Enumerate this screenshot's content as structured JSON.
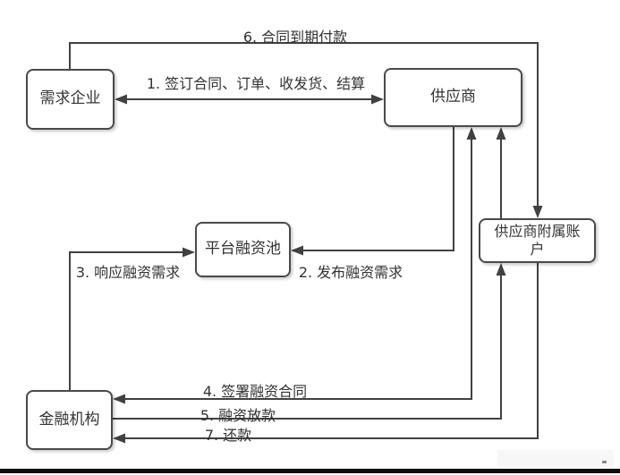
{
  "diagram": {
    "title_hint": "supply-chain-finance-flow",
    "nodes": [
      {
        "id": "demand",
        "label": "需求企业"
      },
      {
        "id": "supplier",
        "label": "供应商"
      },
      {
        "id": "pool",
        "label": "平台融资池"
      },
      {
        "id": "account",
        "label": "供应商附属账户"
      },
      {
        "id": "bank",
        "label": "金融机构"
      }
    ],
    "edges": [
      {
        "number": "1",
        "label": "1. 签订合同、订单、收发货、结算",
        "from": "需求企业",
        "to": "供应商",
        "direction": "both"
      },
      {
        "number": "2",
        "label": "2. 发布融资需求",
        "from": "供应商",
        "to": "平台融资池",
        "direction": "one-way"
      },
      {
        "number": "3",
        "label": "3. 响应融资需求",
        "from": "金融机构",
        "to": "平台融资池",
        "direction": "one-way"
      },
      {
        "number": "4",
        "label": "4. 签署融资合同",
        "from": "金融机构",
        "to": "供应商",
        "direction": "both"
      },
      {
        "number": "5",
        "label": "5. 融资放款",
        "from": "金融机构",
        "to": "供应商附属账户",
        "direction": "one-way"
      },
      {
        "number": "6",
        "label": "6. 合同到期付款",
        "from": "需求企业",
        "to": "供应商附属账户",
        "direction": "one-way"
      },
      {
        "number": "7",
        "label": "7. 还款",
        "from": "供应商附属账户",
        "to": "金融机构",
        "direction": "one-way"
      },
      {
        "number": "",
        "label": "",
        "from": "供应商附属账户",
        "to": "供应商",
        "direction": "one-way"
      }
    ],
    "colors": {
      "line": "#414141",
      "box_border": "#4a4a4a",
      "box_fill": "#ffffff",
      "text": "#333333",
      "bottom_bar": "#0e0e0e"
    }
  }
}
